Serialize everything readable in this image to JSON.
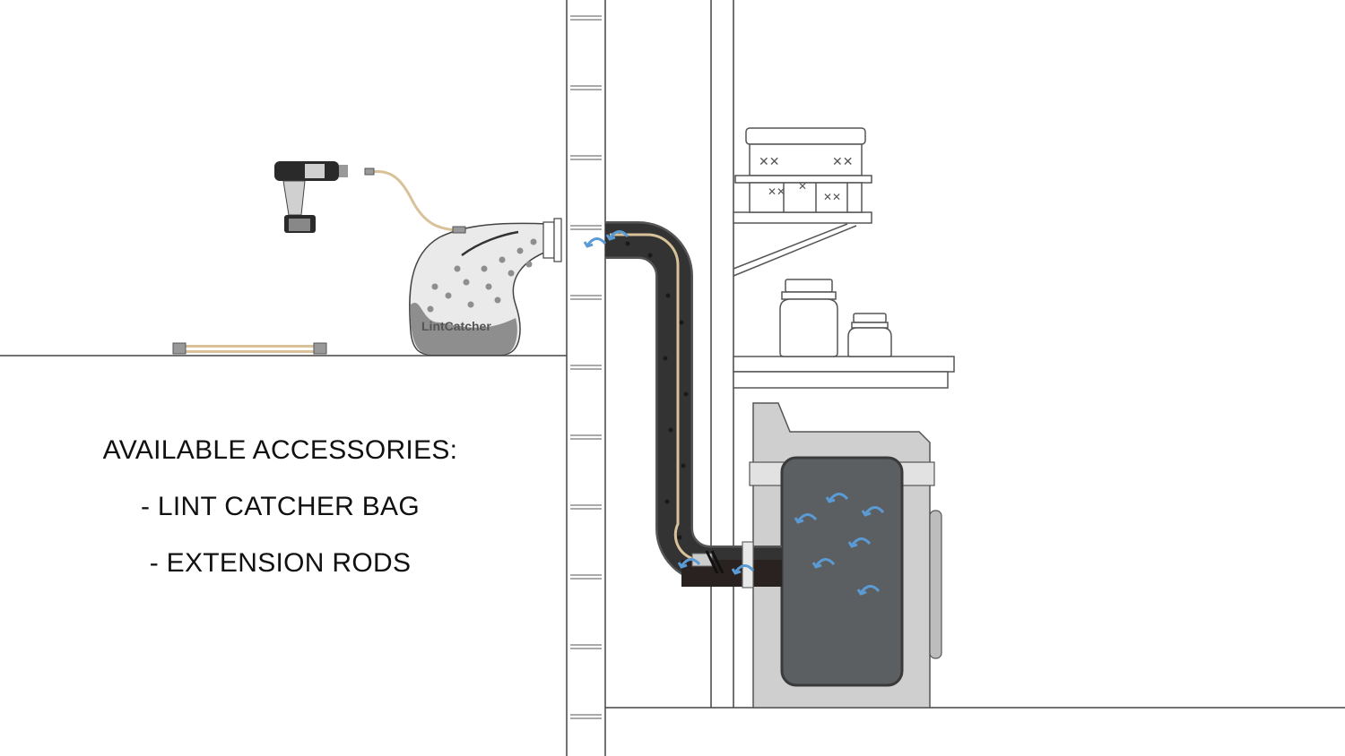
{
  "caption": {
    "title": "AVAILABLE ACCESSORIES:",
    "items": [
      "- LINT CATCHER BAG",
      "- EXTENSION RODS"
    ]
  },
  "bag": {
    "brand": "LintCatcher"
  },
  "colors": {
    "line": "#444444",
    "duct": "#2f2f2f",
    "dryer_body": "#cfcfcf",
    "dryer_door": "#5c5f61",
    "airflow": "#5b9bd5",
    "rod": "#d9c29a"
  }
}
